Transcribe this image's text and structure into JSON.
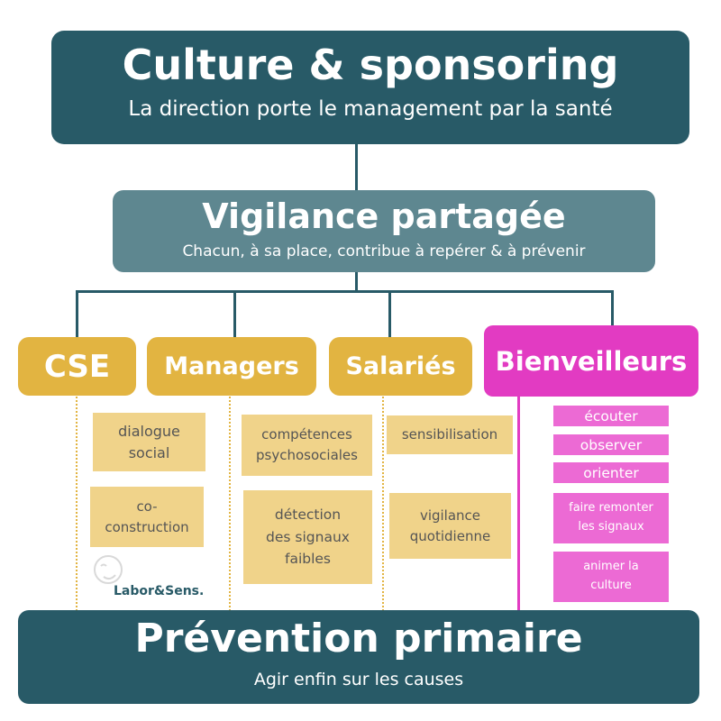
{
  "top": {
    "title": "Culture & sponsoring",
    "subtitle": "La direction porte le management par la santé"
  },
  "middle": {
    "title": "Vigilance partagée",
    "subtitle": "Chacun, à sa place, contribue à repérer & à prévenir"
  },
  "columns": [
    {
      "label": "CSE",
      "notes": [
        "dialogue social",
        "co-construction"
      ]
    },
    {
      "label": "Managers",
      "notes": [
        "compétences psychosociales",
        "détection des signaux faibles"
      ]
    },
    {
      "label": "Salariés",
      "notes": [
        "sensibilisation",
        "vigilance quotidienne"
      ]
    },
    {
      "label": "Bienveilleurs",
      "notes": [
        "écouter",
        "observer",
        "orienter",
        "faire remonter les signaux",
        "animer la culture"
      ]
    }
  ],
  "logo": {
    "text": "Labor&Sens."
  },
  "bottom": {
    "title": "Prévention primaire",
    "subtitle": "Agir enfin sur les causes"
  },
  "colors": {
    "dark": "#285a67",
    "mid": "#5e8790",
    "yellow": "#e2b441",
    "note": "#f0d38a",
    "pink": "#e23bc2",
    "pinkLight": "#ec6ad4"
  }
}
